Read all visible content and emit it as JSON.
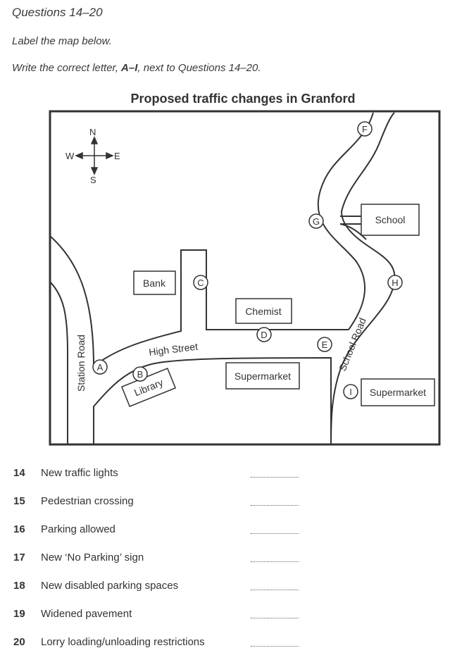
{
  "header": {
    "questions_range": "Questions 14–20",
    "instruction_1": "Label the map below.",
    "instruction_2_prefix": "Write the correct letter, ",
    "instruction_2_letters": "A–I",
    "instruction_2_suffix": ", next to Questions 14–20."
  },
  "map": {
    "title": "Proposed traffic changes in Granford",
    "compass": {
      "north": "N",
      "south": "S",
      "east": "E",
      "west": "W"
    },
    "roads": {
      "station_road": "Station Road",
      "high_street": "High Street",
      "school_road": "School Road"
    },
    "buildings": {
      "bank": "Bank",
      "chemist": "Chemist",
      "school": "School",
      "supermarket_1": "Supermarket",
      "supermarket_2": "Supermarket",
      "library": "Library"
    },
    "markers": {
      "a": "A",
      "b": "B",
      "c": "C",
      "d": "D",
      "e": "E",
      "f": "F",
      "g": "G",
      "h": "H",
      "i": "I"
    }
  },
  "questions": [
    {
      "number": "14",
      "text": "New traffic lights"
    },
    {
      "number": "15",
      "text": "Pedestrian crossing"
    },
    {
      "number": "16",
      "text": "Parking allowed"
    },
    {
      "number": "17",
      "text": "New ‘No Parking’ sign"
    },
    {
      "number": "18",
      "text": "New disabled parking spaces"
    },
    {
      "number": "19",
      "text": "Widened pavement"
    },
    {
      "number": "20",
      "text": "Lorry loading/unloading restrictions"
    }
  ]
}
